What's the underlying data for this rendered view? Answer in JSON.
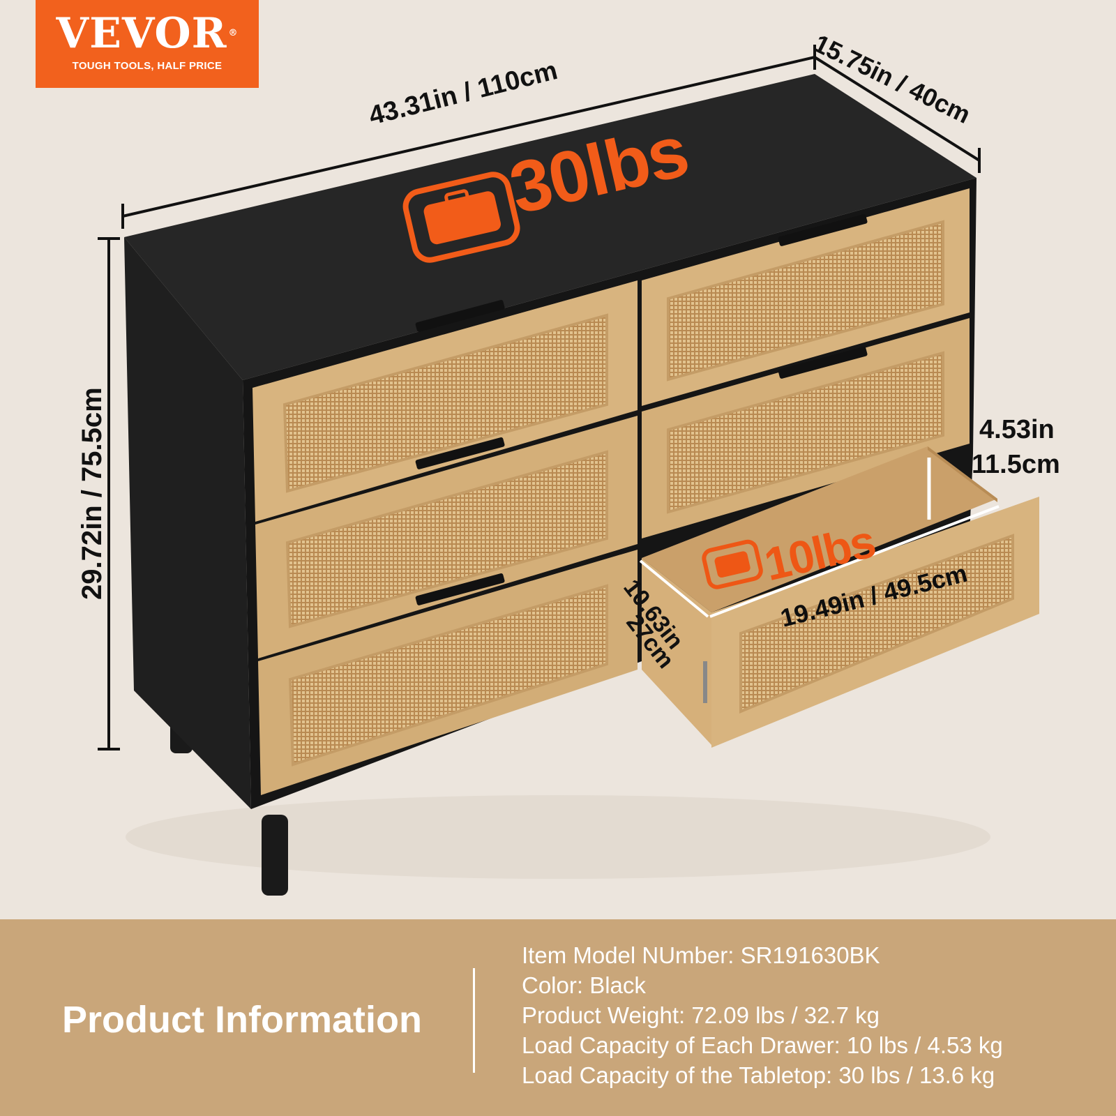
{
  "brand": {
    "name": "VEVOR",
    "registered_mark": "®",
    "tagline": "TOUGH TOOLS, HALF PRICE",
    "color": "#f2611d"
  },
  "dimensions": {
    "overall_width": "43.31in / 110cm",
    "overall_depth": "15.75in / 40cm",
    "overall_height": "29.72in / 75.5cm",
    "drawer_height_in": "4.53in",
    "drawer_height_cm": "11.5cm",
    "drawer_width": "19.49in / 49.5cm",
    "drawer_depth_in": "10.63in",
    "drawer_depth_cm": "27cm"
  },
  "load_badges": {
    "tabletop": "30lbs",
    "drawer": "10lbs",
    "icon": "weight-icon",
    "color": "#f25c19"
  },
  "product": {
    "color_name": "Black",
    "body_color": "#232323",
    "drawer_color": "#d8b47f",
    "drawer_count": 6
  },
  "info": {
    "title": "Product Information",
    "lines": [
      "Item Model NUmber: SR191630BK",
      "Color: Black",
      "Product Weight: 72.09 lbs / 32.7 kg",
      "Load Capacity of Each Drawer: 10 lbs / 4.53 kg",
      "Load Capacity of the Tabletop: 30 lbs / 13.6 kg"
    ],
    "panel_color": "#c9a67a"
  }
}
